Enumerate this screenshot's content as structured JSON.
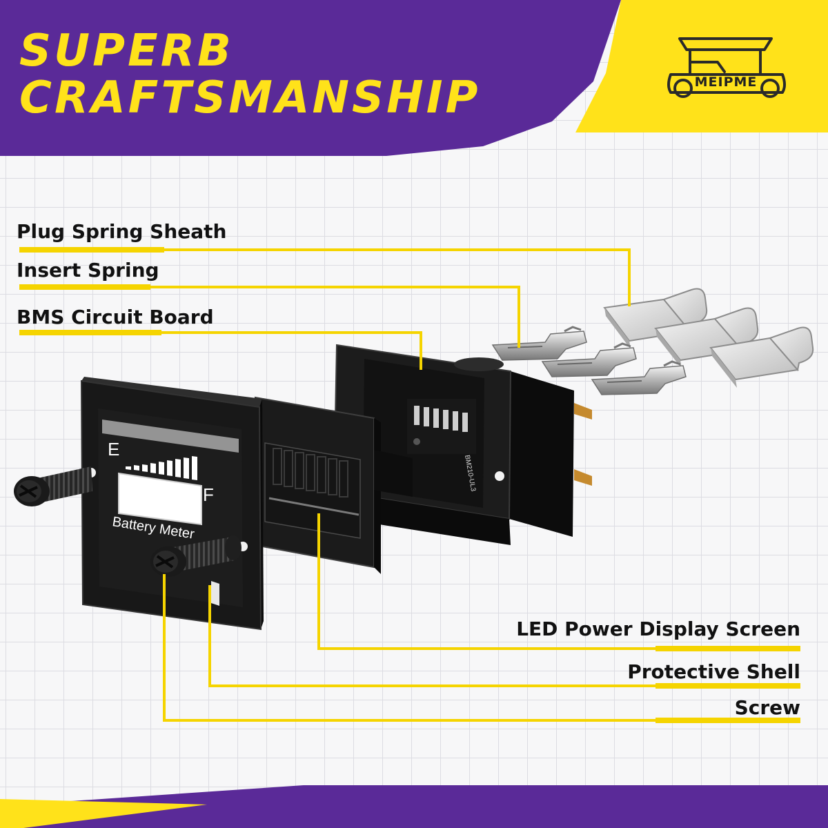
{
  "headline": {
    "line1": "SUPERB",
    "line2": "CRAFTSMANSHIP"
  },
  "brand": {
    "name": "MEIPME",
    "logo_icon": "golf-cart-icon"
  },
  "callouts": {
    "plug_spring_sheath": "Plug Spring Sheath",
    "insert_spring": "Insert Spring",
    "bms_circuit_board": "BMS Circuit Board",
    "led_power_display_screen": "LED Power Display Screen",
    "protective_shell": "Protective Shell",
    "screw": "Screw"
  },
  "gauge": {
    "empty_label": "E",
    "full_label": "F",
    "caption": "Battery Meter"
  },
  "board": {
    "code": "BM210-UL3"
  },
  "colors": {
    "purple": "#5a2a98",
    "yellow": "#ffe21a",
    "leader_line": "#f5d400",
    "text": "#111111"
  }
}
